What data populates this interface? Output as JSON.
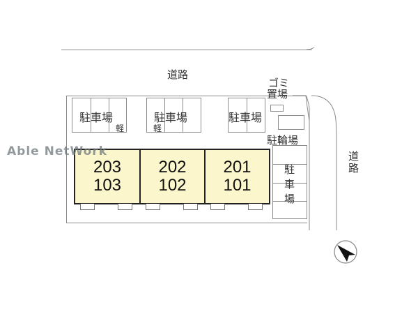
{
  "map": {
    "road_top_label": "道路",
    "road_right_label": "道路",
    "garbage_label_line1": "ゴミ",
    "garbage_label_line2": "置場",
    "bicycle_parking_label": "駐輪場",
    "parking_blocks": [
      {
        "label": "駐車場",
        "note": "軽"
      },
      {
        "label": "駐車場",
        "note": "軽"
      },
      {
        "label": "駐車場",
        "note": ""
      }
    ],
    "side_parking_label": "駐車場",
    "units": [
      {
        "upper": "203",
        "lower": "103"
      },
      {
        "upper": "202",
        "lower": "102"
      },
      {
        "upper": "201",
        "lower": "101"
      }
    ],
    "watermark": "Able NetWork",
    "compass_icon": "north-arrow-icon"
  }
}
